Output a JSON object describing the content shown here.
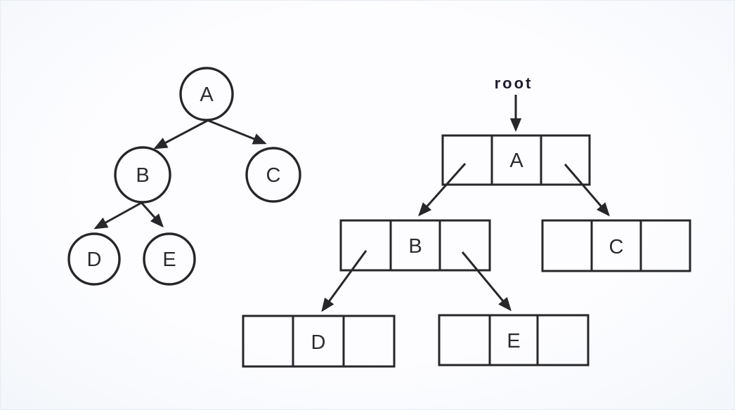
{
  "colors": {
    "stroke": "#26262b",
    "node_text": "#2b2b31",
    "root_label_text": "#1e1c2f",
    "background": "#fdfdff"
  },
  "tree": {
    "nodes": [
      {
        "label": "A"
      },
      {
        "label": "B"
      },
      {
        "label": "C"
      },
      {
        "label": "D"
      },
      {
        "label": "E"
      }
    ],
    "edges": [
      {
        "from": "A",
        "to": "B"
      },
      {
        "from": "A",
        "to": "C"
      },
      {
        "from": "B",
        "to": "D"
      },
      {
        "from": "B",
        "to": "E"
      }
    ]
  },
  "linked_list": {
    "pointer_label": "root",
    "nodes": [
      {
        "label": "A"
      },
      {
        "label": "B"
      },
      {
        "label": "C"
      },
      {
        "label": "D"
      },
      {
        "label": "E"
      }
    ],
    "links": [
      {
        "from": "A",
        "slot": "left",
        "to": "B"
      },
      {
        "from": "A",
        "slot": "right",
        "to": "C"
      },
      {
        "from": "B",
        "slot": "left",
        "to": "D"
      },
      {
        "from": "B",
        "slot": "right",
        "to": "E"
      }
    ]
  }
}
